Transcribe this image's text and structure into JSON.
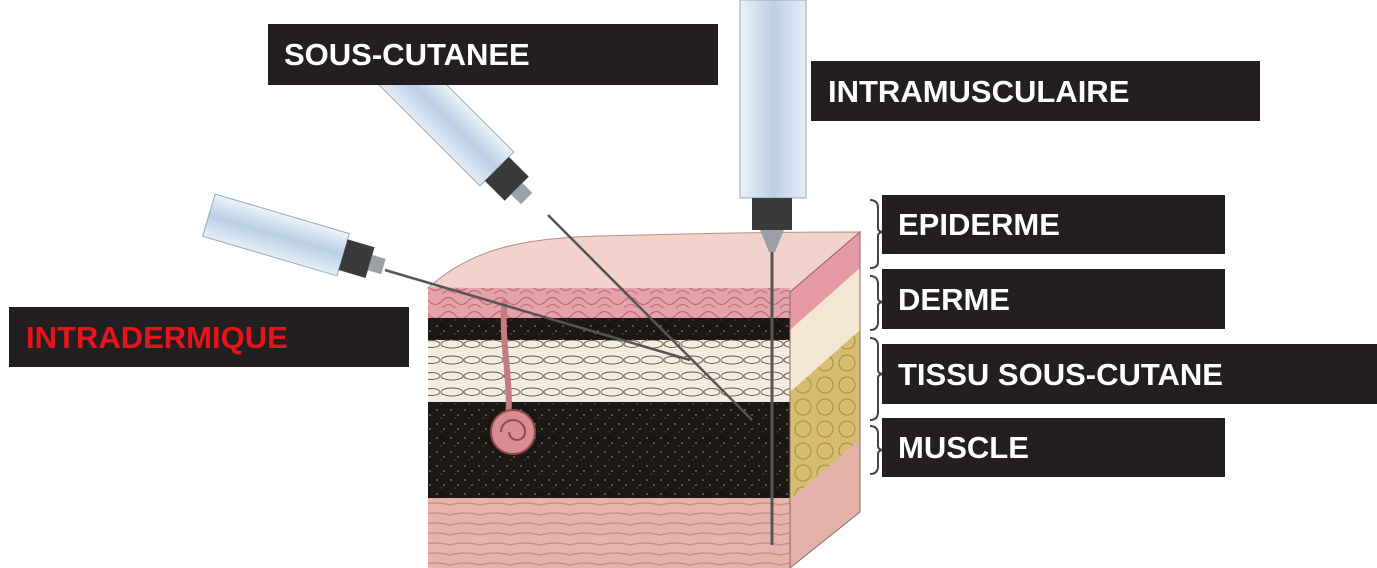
{
  "labels": {
    "sous_cutanee": "SOUS-CUTANEE",
    "intramusculaire": "INTRAMUSCULAIRE",
    "intradermique": "INTRADERMIQUE",
    "epiderme": "EPIDERME",
    "derme": "DERME",
    "tissu_sous_cutane": "TISSU SOUS-CUTANE",
    "muscle": "MUSCLE"
  },
  "colors": {
    "label_bg": "#231f20",
    "label_text": "#ffffff",
    "highlight_text": "#e8141b",
    "epidermis": "#e8a7ad",
    "dermis": "#f2e4cf",
    "subcutaneous": "#d8c07a",
    "muscle": "#e4b1ab",
    "dark_layer": "#1c1715",
    "syringe_barrel": "#c9d9ea",
    "needle": "#555555"
  }
}
